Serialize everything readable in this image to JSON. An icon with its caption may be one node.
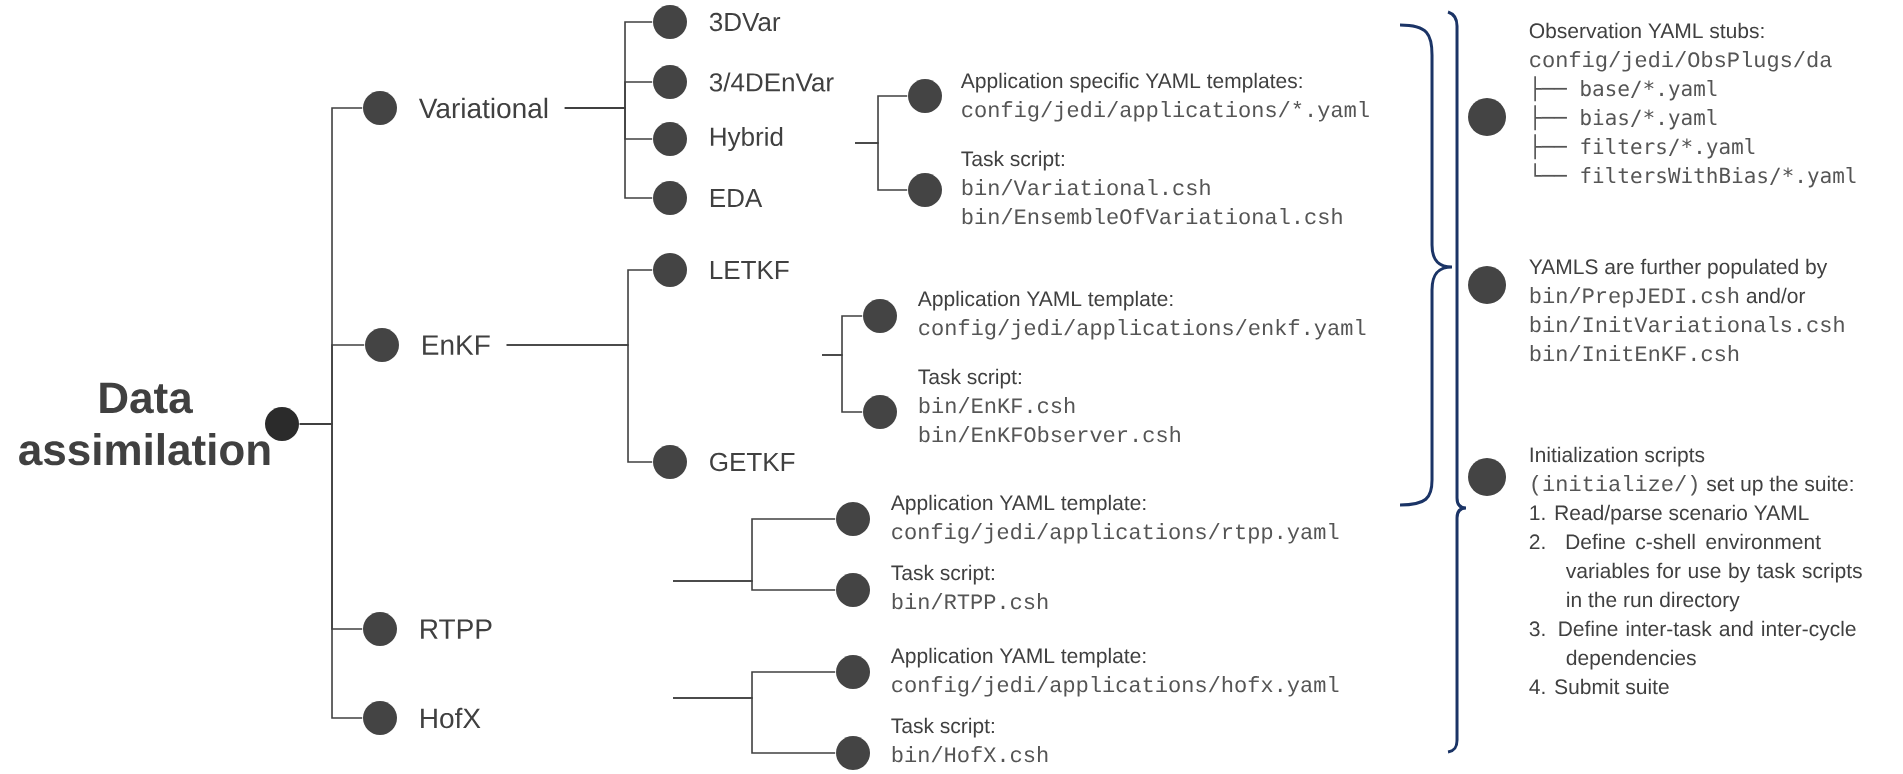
{
  "diagram": {
    "nodes": [
      {
        "text": [],
        "shape": "circle",
        "beside": [
          "Data assimilation"
        ]
      },
      {
        "text": [],
        "shape": "circle",
        "beside": [
          "Variational"
        ]
      },
      {
        "text": [],
        "shape": "circle",
        "beside": [
          "3DVar"
        ]
      },
      {
        "text": [],
        "shape": "circle",
        "beside": [
          "3/4DEnVar"
        ]
      },
      {
        "text": [],
        "shape": "circle",
        "beside": [
          "Hybrid"
        ]
      },
      {
        "text": [],
        "shape": "circle",
        "beside": [
          "EDA"
        ]
      },
      {
        "text": [],
        "shape": "circle",
        "beside": [
          "Application specific YAML templates:",
          "config/jedi/applications/*.yaml"
        ]
      },
      {
        "text": [],
        "shape": "circle",
        "beside": [
          "Task script:",
          "bin/Variational.csh",
          "bin/EnsembleOfVariational.csh"
        ]
      },
      {
        "text": [],
        "shape": "circle",
        "beside": [
          "EnKF"
        ]
      },
      {
        "text": [],
        "shape": "circle",
        "beside": [
          "LETKF"
        ]
      },
      {
        "text": [],
        "shape": "circle",
        "beside": [
          "GETKF"
        ]
      },
      {
        "text": [],
        "shape": "circle",
        "beside": [
          "Application YAML template:",
          "config/jedi/applications/enkf.yaml"
        ]
      },
      {
        "text": [],
        "shape": "circle",
        "beside": [
          "Task script:",
          "bin/EnKF.csh",
          "bin/EnKFObserver.csh"
        ]
      },
      {
        "text": [],
        "shape": "circle",
        "beside": [
          "RTPP"
        ]
      },
      {
        "text": [],
        "shape": "circle",
        "beside": [
          "Application YAML template:",
          "config/jedi/applications/rtpp.yaml"
        ]
      },
      {
        "text": [],
        "shape": "circle",
        "beside": [
          "Task script:",
          "bin/RTPP.csh"
        ]
      },
      {
        "text": [],
        "shape": "circle",
        "beside": [
          "HofX"
        ]
      },
      {
        "text": [],
        "shape": "circle",
        "beside": [
          "Application YAML template:",
          "config/jedi/applications/hofx.yaml"
        ]
      },
      {
        "text": [],
        "shape": "circle",
        "beside": [
          "Task script:",
          "bin/HofX.csh"
        ]
      },
      {
        "text": [],
        "shape": "circle",
        "beside": [
          "Observation YAML stubs:",
          "config/jedi/ObsPlugs/da",
          "├── base/*.yaml",
          "├── bias/*.yaml",
          "├── filters/*.yaml",
          "└── filtersWithBias/*.yaml"
        ]
      },
      {
        "text": [],
        "shape": "circle",
        "beside": [
          "YAMLS are further populated by",
          "bin/PrepJEDI.csh",
          "and/or",
          "bin/InitVariationals.csh",
          "bin/InitEnKF.csh"
        ]
      },
      {
        "text": [],
        "shape": "circle",
        "beside": [
          "Initialization scripts",
          "(initialize/)",
          "set up the suite:",
          "1. Read/parse scenario YAML",
          "2. Define c-shell environment variables for use by task scripts in the run directory",
          "3. Define inter-task and inter-cycle dependencies",
          "4. Submit suite"
        ]
      }
    ],
    "edges": [
      {
        "from": 0,
        "to": 1,
        "arrow": "none"
      },
      {
        "from": 0,
        "to": 8,
        "arrow": "none"
      },
      {
        "from": 0,
        "to": 13,
        "arrow": "none"
      },
      {
        "from": 0,
        "to": 16,
        "arrow": "none"
      },
      {
        "from": 1,
        "to": 2,
        "arrow": "none"
      },
      {
        "from": 1,
        "to": 3,
        "arrow": "none"
      },
      {
        "from": 1,
        "to": 4,
        "arrow": "none"
      },
      {
        "from": 1,
        "to": 5,
        "arrow": "none"
      },
      {
        "from": 8,
        "to": 9,
        "arrow": "none"
      },
      {
        "from": 8,
        "to": 10,
        "arrow": "none"
      },
      {
        "from": null,
        "to": 6,
        "arrow": "none"
      },
      {
        "from": null,
        "to": 7,
        "arrow": "none"
      },
      {
        "from": null,
        "to": 11,
        "arrow": "none"
      },
      {
        "from": null,
        "to": 12,
        "arrow": "none"
      },
      {
        "from": null,
        "to": 14,
        "arrow": "none"
      },
      {
        "from": null,
        "to": 15,
        "arrow": "none"
      },
      {
        "from": null,
        "to": 17,
        "arrow": "none"
      },
      {
        "from": null,
        "to": 18,
        "arrow": "none"
      }
    ]
  }
}
